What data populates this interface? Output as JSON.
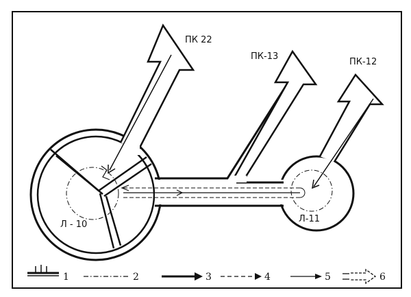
{
  "labels": {
    "pk22": "ПК 22",
    "pk13": "ПК-13",
    "pk12": "ПК-12",
    "l10": "Л - 10",
    "l11": "Л-11"
  },
  "legend": [
    {
      "num": "1",
      "icon": "wall-symbol-icon"
    },
    {
      "num": "2",
      "icon": "dash-dot-line-icon"
    },
    {
      "num": "3",
      "icon": "bold-arrow-icon"
    },
    {
      "num": "4",
      "icon": "dashed-arrow-icon"
    },
    {
      "num": "5",
      "icon": "thin-arrow-icon"
    },
    {
      "num": "6",
      "icon": "double-outline-arrow-icon"
    }
  ],
  "colors": {
    "ink": "#111111",
    "paper": "#ffffff"
  }
}
